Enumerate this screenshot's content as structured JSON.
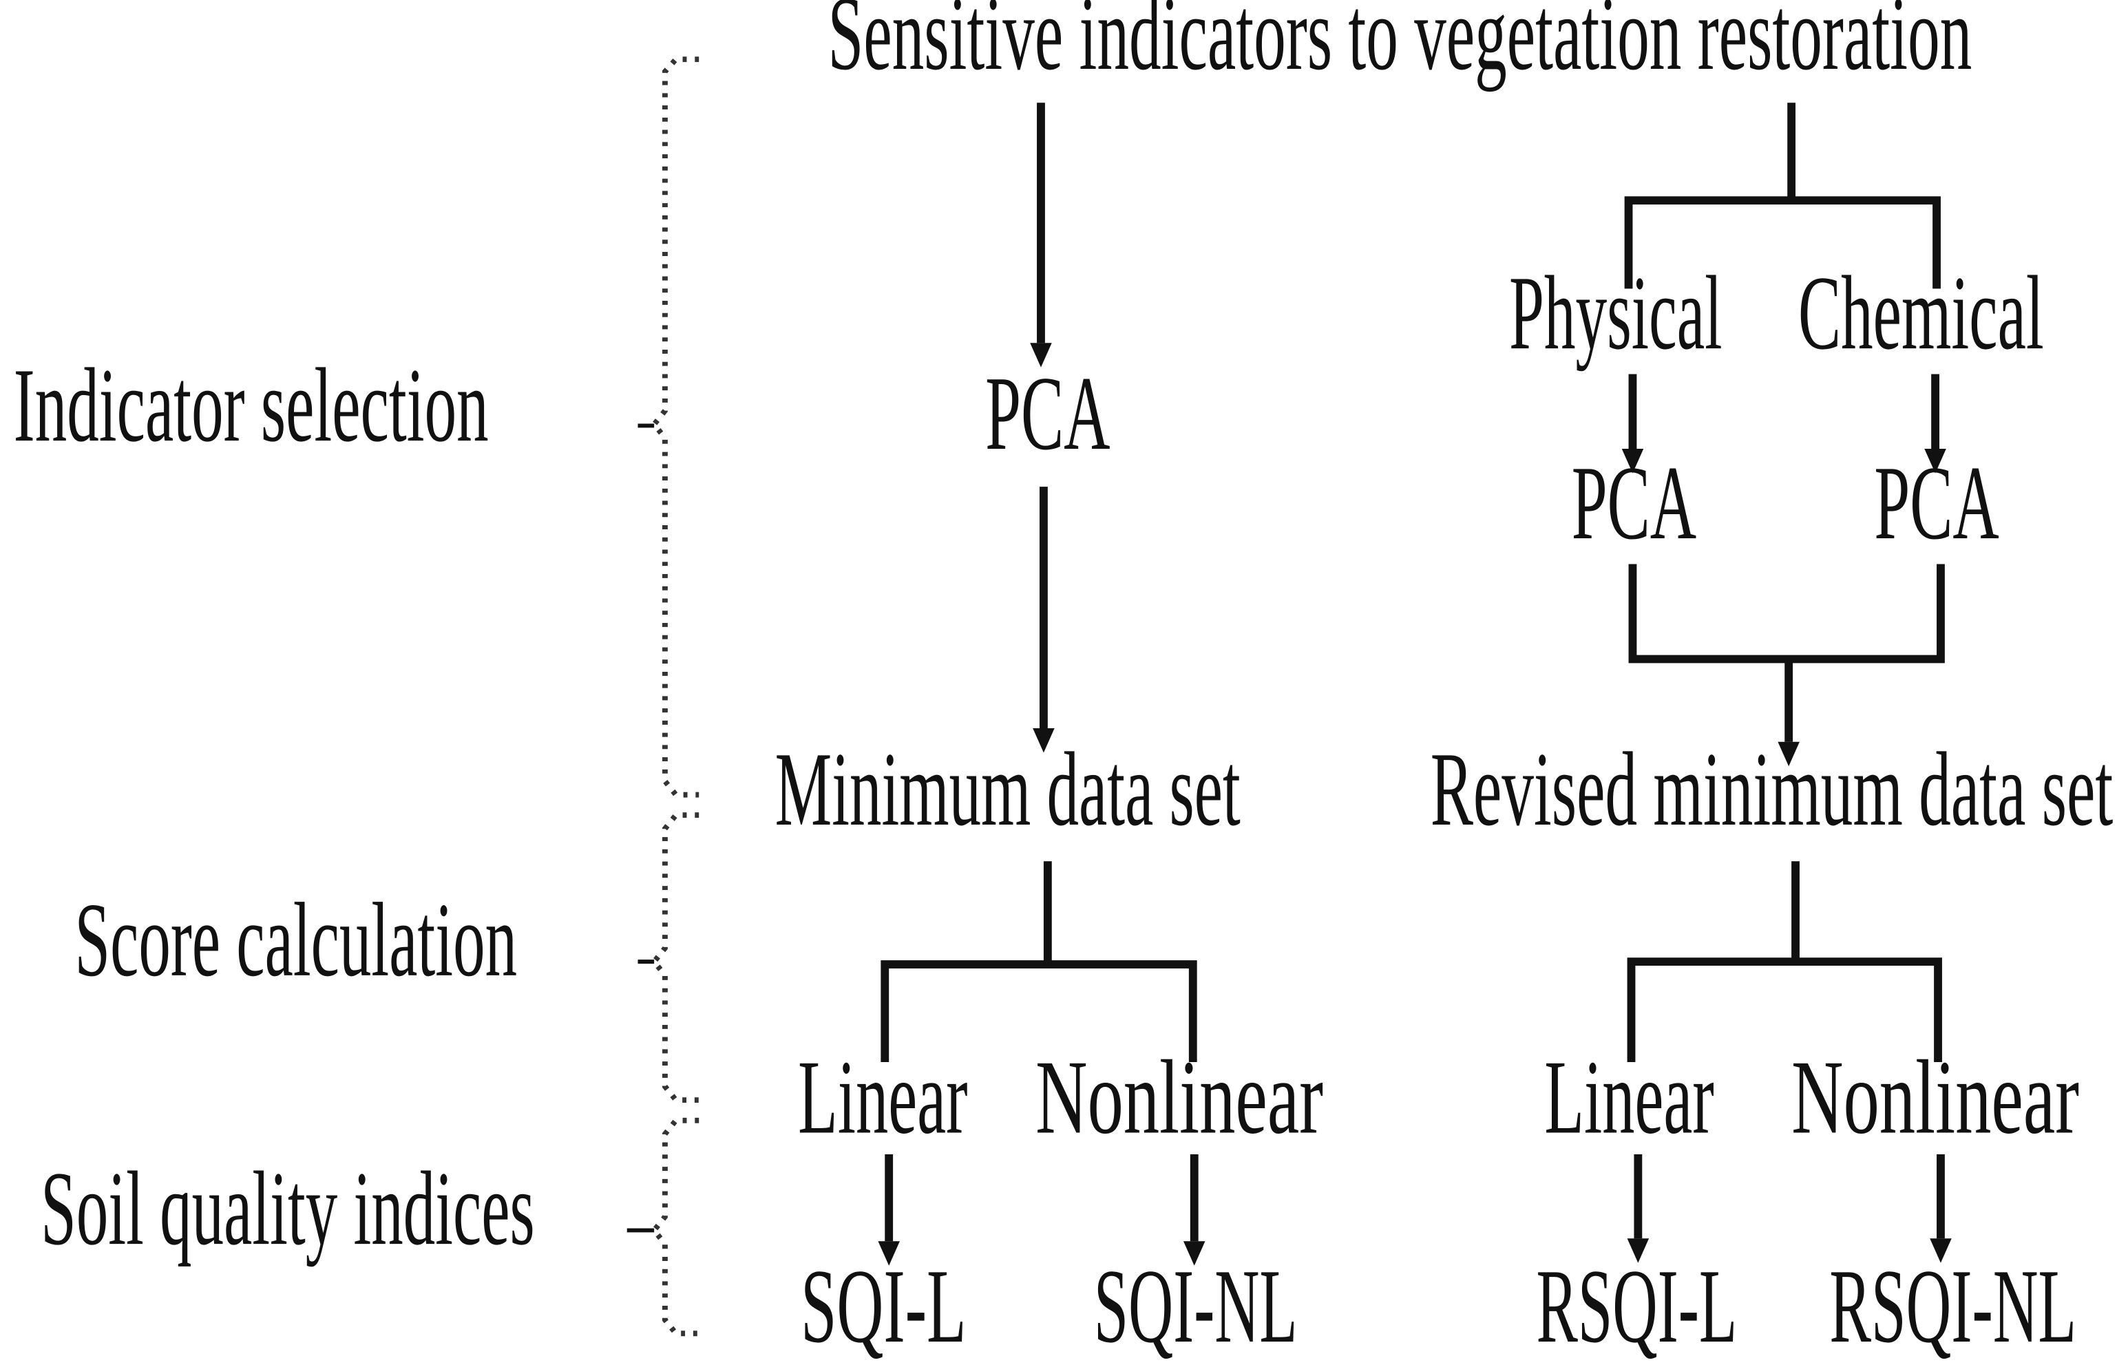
{
  "top_node": "Sensitive indicators to vegetation restoration",
  "left_branch": {
    "pca": "PCA",
    "mds": "Minimum data set",
    "linear": "Linear",
    "nonlinear": "Nonlinear",
    "index_linear": "SQI-L",
    "index_nonlinear": "SQI-NL"
  },
  "right_branch": {
    "physical": "Physical",
    "chemical": "Chemical",
    "pca_physical": "PCA",
    "pca_chemical": "PCA",
    "rmds": "Revised minimum data set",
    "linear": "Linear",
    "nonlinear": "Nonlinear",
    "index_linear": "RSQI-L",
    "index_nonlinear": "RSQI-NL"
  },
  "stages": {
    "indicator_selection": "Indicator selection",
    "score_calculation": "Score calculation",
    "soil_quality_indices": "Soil quality indices"
  }
}
